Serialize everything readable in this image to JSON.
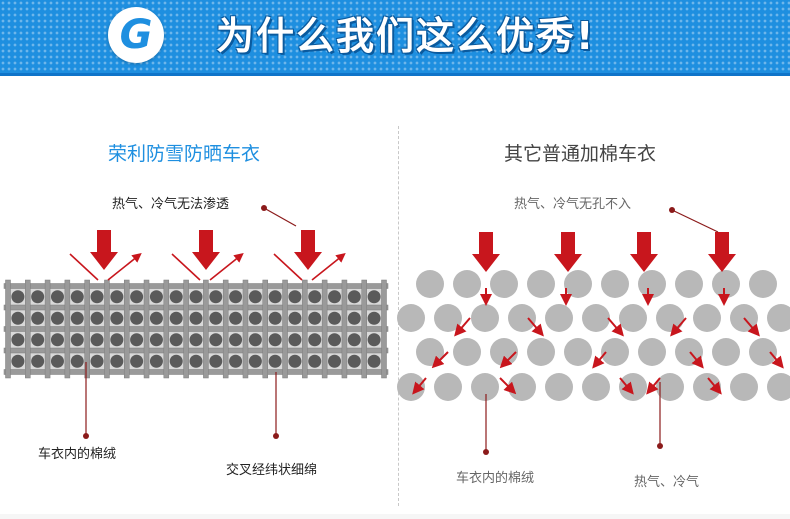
{
  "banner": {
    "badge_letter": "G",
    "title": "为什么我们这么优秀!"
  },
  "left_panel": {
    "title": "荣利防雪防晒车衣",
    "top_label": "热气、冷气无法渗透",
    "bottom_label_1": "车衣内的棉绒",
    "bottom_label_2": "交叉经纬状细绵"
  },
  "right_panel": {
    "title": "其它普通加棉车衣",
    "top_label": "热气、冷气无孔不入",
    "bottom_label_1": "车衣内的棉绒",
    "bottom_label_2": "热气、冷气"
  },
  "colors": {
    "banner_blue": "#1e8fe0",
    "arrow_red": "#c8161d",
    "pointer_red": "#8b1a1a",
    "mesh_grey": "#9a9a9a",
    "fiber_dark": "#5a5a5a",
    "fiber_light": "#b8b8b8"
  }
}
